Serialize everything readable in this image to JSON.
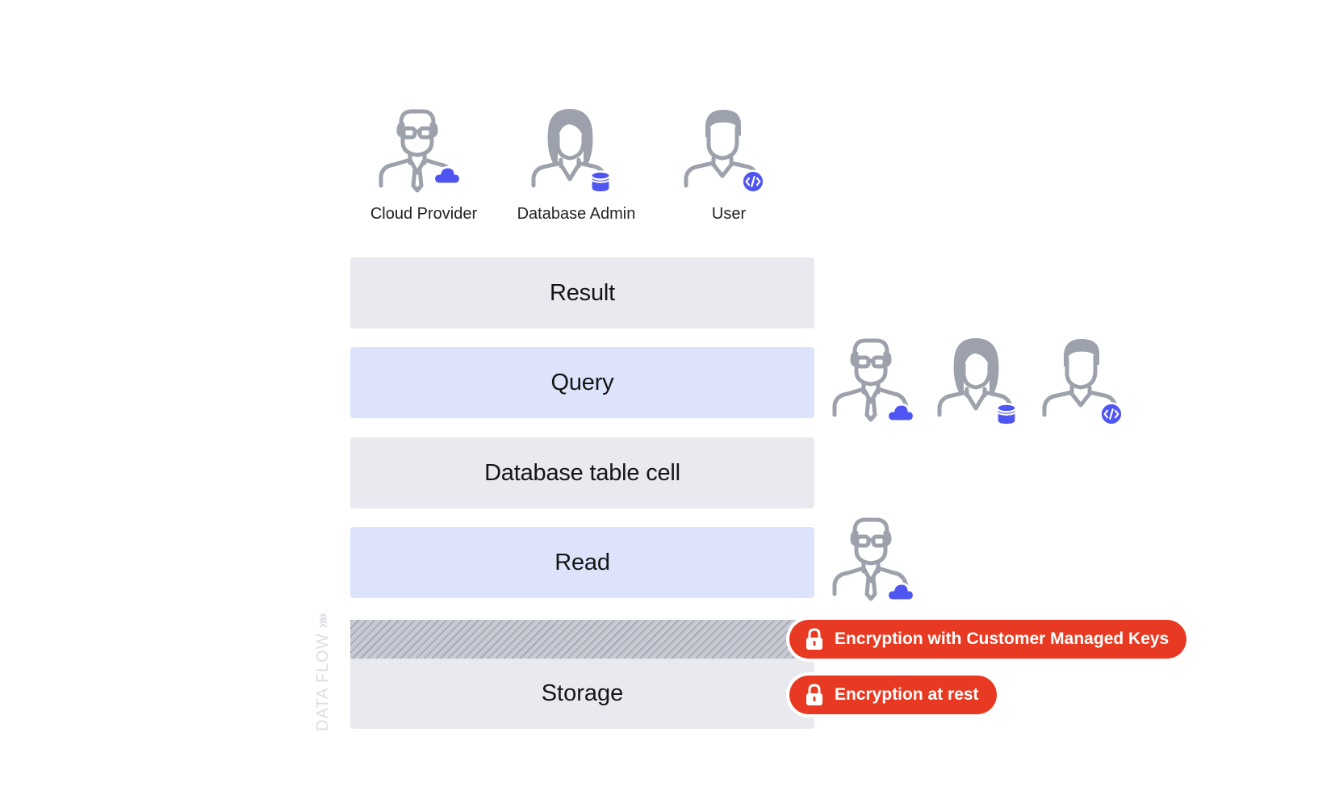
{
  "roles": {
    "cloud_provider": "Cloud Provider",
    "database_admin": "Database Admin",
    "user": "User"
  },
  "layers": {
    "result": "Result",
    "query": "Query",
    "database_table_cell": "Database table cell",
    "read": "Read",
    "storage": "Storage"
  },
  "badges": {
    "customer_managed_keys": "Encryption with Customer Managed Keys",
    "at_rest": "Encryption at rest"
  },
  "data_flow_label": "DATA FLOW",
  "data_flow_chevrons": "»»",
  "icons": {
    "persona_male_glasses": "cloud-provider-icon",
    "persona_female": "database-admin-icon",
    "persona_male": "user-icon",
    "badge_cloud": "cloud-icon",
    "badge_database": "database-icon",
    "badge_code": "code-icon",
    "lock": "lock-icon"
  },
  "colors": {
    "accent_blue": "#4f55f0",
    "persona_gray": "#9da1ab",
    "layer_gray": "#e8eaf0",
    "layer_blue": "#dde3fb",
    "badge_red": "#e83a22"
  }
}
